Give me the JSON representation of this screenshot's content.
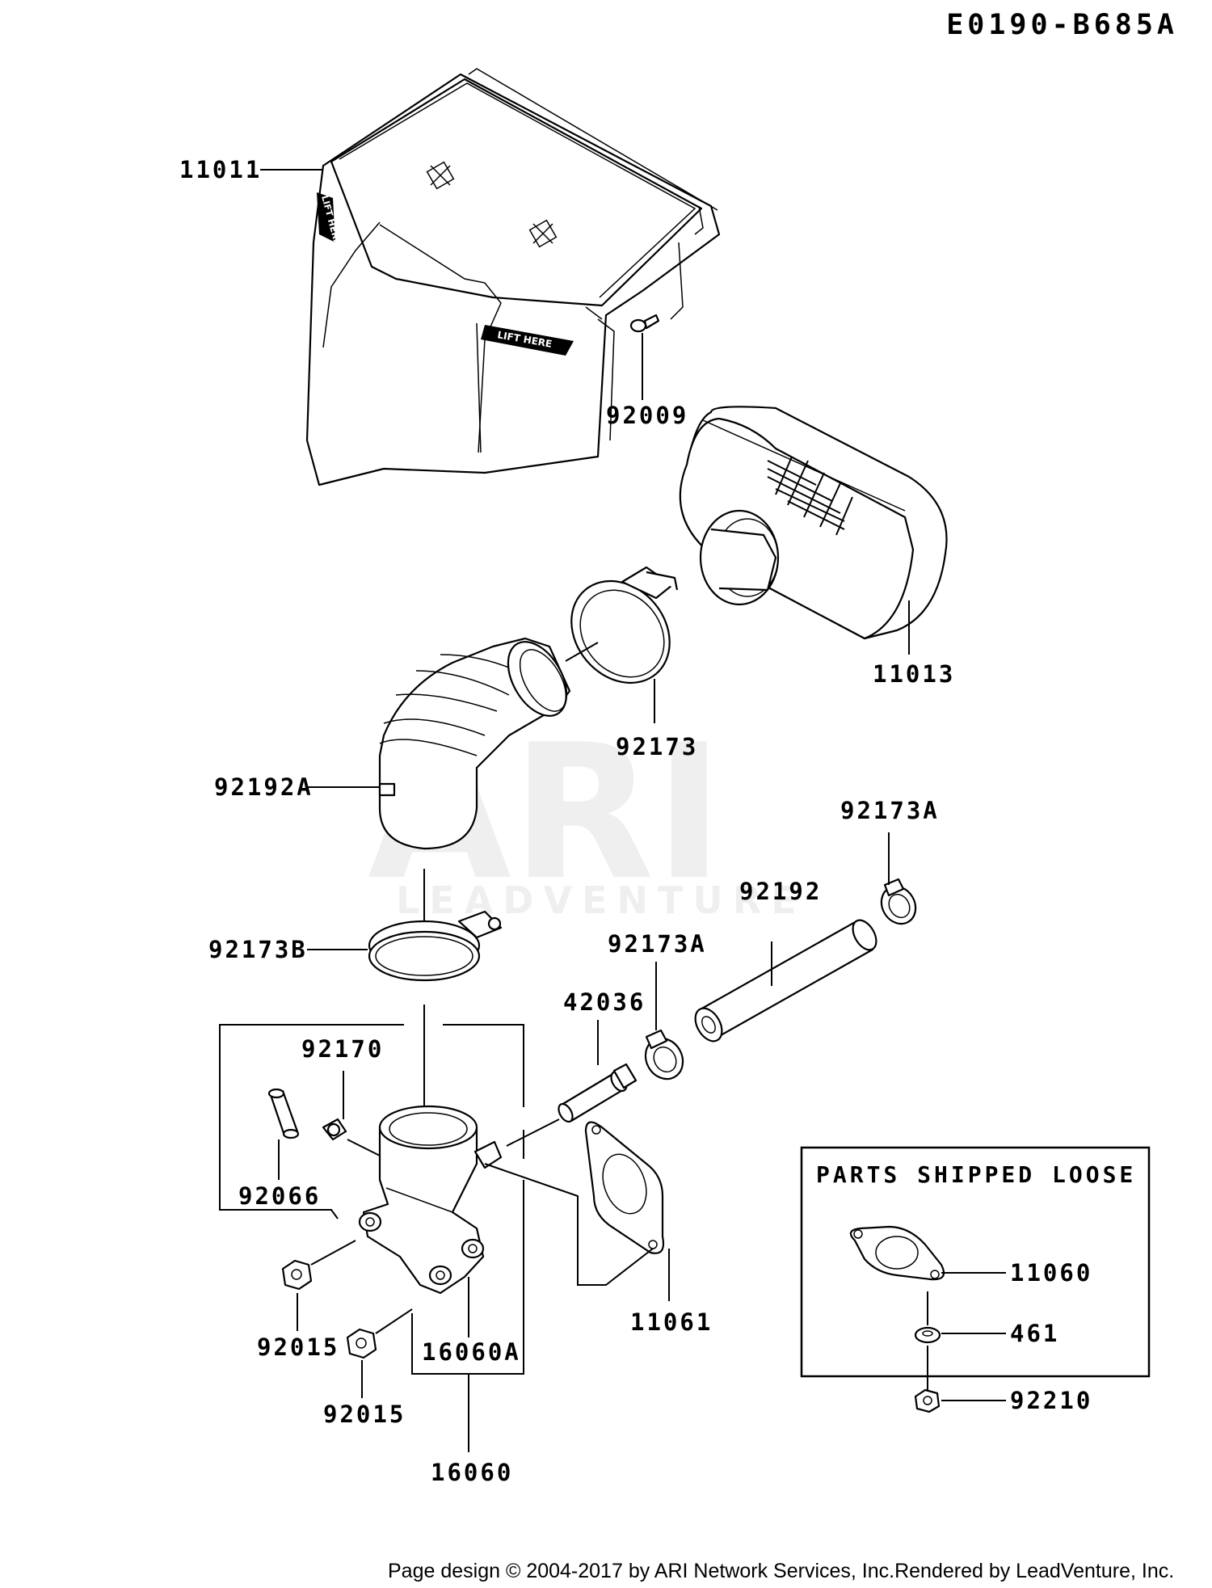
{
  "diagram_code": "E0190-B685A",
  "parts": {
    "p11011": "11011",
    "p92009": "92009",
    "p11013": "11013",
    "p92173": "92173",
    "p92192A": "92192A",
    "p92173A_right": "92173A",
    "p92192": "92192",
    "p92173B": "92173B",
    "p92173A_mid": "92173A",
    "p42036": "42036",
    "p92170": "92170",
    "p92066": "92066",
    "p92015_a": "92015",
    "p92015_b": "92015",
    "p16060A": "16060A",
    "p16060": "16060",
    "p11061": "11061"
  },
  "decals": {
    "lift_here_1": "LIFT HERE",
    "lift_here_2": "LIFT HERE"
  },
  "loose_box": {
    "title": "PARTS SHIPPED LOOSE",
    "p11060": "11060",
    "p461": "461",
    "p92210": "92210"
  },
  "watermark": {
    "logo": "ARI",
    "brand": "LEADVENTURE"
  },
  "footer": "Page design © 2004-2017 by ARI Network Services, Inc.Rendered by LeadVenture, Inc."
}
